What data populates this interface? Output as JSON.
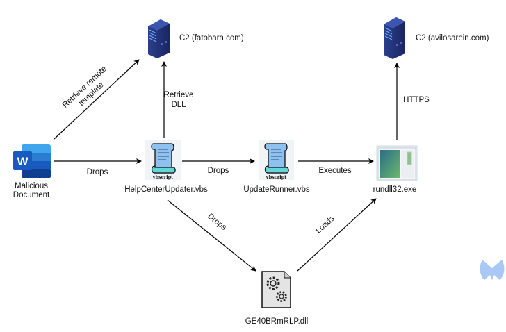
{
  "nodes": {
    "c2_1": {
      "label": "C2 (fatobara.com)",
      "icon": "server-icon"
    },
    "c2_2": {
      "label": "C2 (avilosarein.com)",
      "icon": "server-icon"
    },
    "doc": {
      "label_line1": "Malicious",
      "label_line2": "Document",
      "icon": "word-document-icon"
    },
    "vbs1": {
      "label": "HelpCenterUpdater.vbs",
      "icon": "vbscript-icon",
      "icon_text": "vbscript"
    },
    "vbs2": {
      "label": "UpdateRunner.vbs",
      "icon": "vbscript-icon",
      "icon_text": "vbscript"
    },
    "rundll": {
      "label": "rundll32.exe",
      "icon": "application-window-icon"
    },
    "dll": {
      "label": "GE40BRmRLP.dll",
      "icon": "dll-file-gears-icon"
    }
  },
  "edges": [
    {
      "from": "doc",
      "to": "c2_1",
      "label_line1": "Retrieve remote",
      "label_line2": "template"
    },
    {
      "from": "doc",
      "to": "vbs1",
      "label": "Drops"
    },
    {
      "from": "vbs1",
      "to": "c2_1",
      "label_line1": "Retrieve",
      "label_line2": "DLL"
    },
    {
      "from": "vbs1",
      "to": "vbs2",
      "label": "Drops"
    },
    {
      "from": "vbs2",
      "to": "rundll",
      "label": "Executes"
    },
    {
      "from": "rundll",
      "to": "c2_2",
      "label": "HTTPS"
    },
    {
      "from": "vbs1",
      "to": "dll",
      "label": "Drops"
    },
    {
      "from": "dll",
      "to": "rundll",
      "label": "Loads"
    }
  ],
  "watermark": {
    "icon": "malwarebytes-logo",
    "color": "#a9c8f5"
  }
}
